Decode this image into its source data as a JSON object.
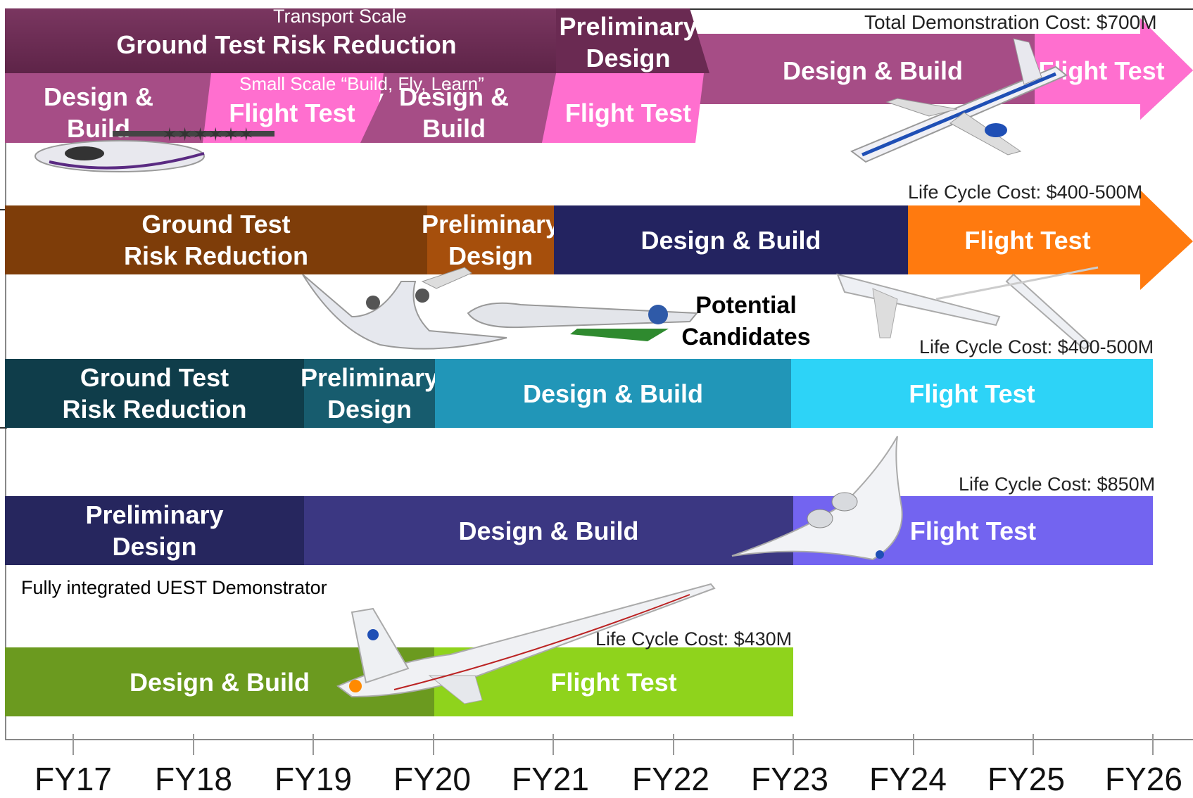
{
  "row1": {
    "transport_scale": "Transport Scale",
    "ground_test": "Ground Test Risk Reduction",
    "preliminary_design": "Preliminary\nDesign",
    "design_build_main": "Design & Build",
    "flight_test_main": "Flight Test",
    "total_cost": "Total Demonstration Cost: $700M",
    "small_scale": "Small Scale “Build, Fly, Learn”",
    "design_build_1": "Design & Build",
    "flight_test_1": "Flight Test",
    "design_build_2": "Design & Build",
    "flight_test_2": "Flight Test"
  },
  "row2": {
    "ground_test": "Ground Test\nRisk Reduction",
    "preliminary_design": "Preliminary\nDesign",
    "design_build": "Design & Build",
    "flight_test": "Flight Test",
    "cost": "Life Cycle Cost: $400-500M"
  },
  "candidates": "Potential\nCandidates",
  "row3": {
    "ground_test": "Ground Test\nRisk Reduction",
    "preliminary_design": "Preliminary\nDesign",
    "design_build": "Design & Build",
    "flight_test": "Flight Test",
    "cost": "Life Cycle Cost: $400-500M"
  },
  "row4": {
    "preliminary_design": "Preliminary\nDesign",
    "design_build": "Design & Build",
    "flight_test": "Flight Test",
    "cost": "Life Cycle Cost: $850M",
    "note": "Fully integrated UEST Demonstrator"
  },
  "row5": {
    "design_build": "Design & Build",
    "flight_test": "Flight Test",
    "cost": "Life Cycle Cost: $430M"
  },
  "axis": {
    "labels": [
      "FY17",
      "FY18",
      "FY19",
      "FY20",
      "FY21",
      "FY22",
      "FY23",
      "FY24",
      "FY25",
      "FY26"
    ]
  },
  "colors": {
    "row1_dark": "#6a2a52",
    "row1_mid": "#a64d86",
    "row1_pink": "#ff6fcf",
    "row2_brown": "#7e3d09",
    "row2_orange_brown": "#a64f0c",
    "row2_navy": "#232360",
    "row2_orange": "#ff7a0f",
    "row3_darkteal": "#0f3d4a",
    "row3_teal": "#175c6e",
    "row3_blue": "#2196b8",
    "row3_cyan": "#2dd3f7",
    "row4_navy": "#26265e",
    "row4_indigo": "#3b3782",
    "row4_violet": "#7364f0",
    "row5_olive": "#6b9a1f",
    "row5_lime": "#8fd31c"
  }
}
